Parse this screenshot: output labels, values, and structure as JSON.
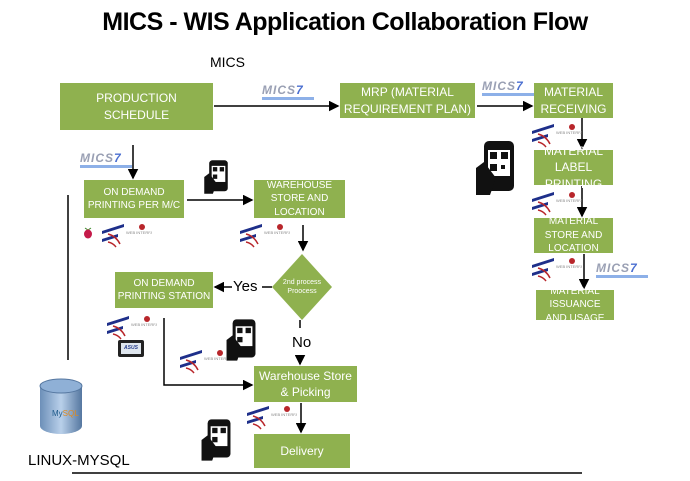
{
  "title": "MICS - WIS Application Collaboration Flow",
  "section_label": "MICS",
  "nodes": {
    "production_schedule": "PRODUCTION SCHEDULE",
    "mrp": "MRP (MATERIAL REQUIREMENT PLAN)",
    "material_receiving": "MATERIAL RECEIVING",
    "on_demand_per_mc": "ON DEMAND PRINTING PER M/C",
    "warehouse_store_location": "WAREHOUSE STORE AND LOCATION",
    "decision": "2nd process Proocess",
    "on_demand_station": "ON DEMAND PRINTING STATION",
    "warehouse_picking": "Warehouse Store & Picking",
    "delivery": "Delivery",
    "material_label_printing": "MATERIAL LABEL PRINTING",
    "material_store_location": "MATERIAL STORE AND LOCATION",
    "material_issuance": "MATERIAL ISSUANCE AND USAGE"
  },
  "edge_labels": {
    "yes": "Yes",
    "no": "No"
  },
  "database_label": "LINUX-MYSQL",
  "logos": {
    "mics": "MICS7",
    "wis": "WEB INTERFACE SYSTEMS",
    "mysql": "MySQL",
    "asus": "ASUS"
  },
  "colors": {
    "box": "#8fb14f",
    "mics_blue": "#4b6fd0",
    "wis_navy": "#1e2f8a",
    "wis_red": "#b8262b"
  }
}
